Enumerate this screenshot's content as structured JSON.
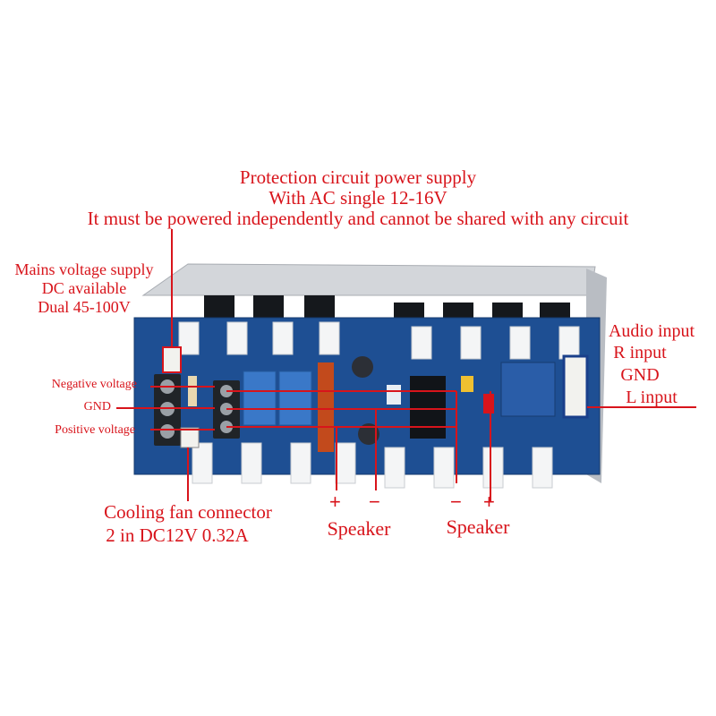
{
  "labels": {
    "protection": {
      "line1": "Protection circuit power supply",
      "line2": "With AC single 12-16V",
      "line3": "It must be powered independently and cannot be shared with any circuit"
    },
    "mains": {
      "line1": "Mains voltage supply",
      "line2": "DC available",
      "line3": "Dual 45-100V"
    },
    "terminals": {
      "negative": "Negative voltage",
      "gnd": "GND",
      "positive": "Positive voltage"
    },
    "audio": {
      "title": "Audio input",
      "r": "R input",
      "gnd": "GND",
      "l": "L input"
    },
    "fan": {
      "line1": "Cooling fan connector",
      "line2": "2 in DC12V 0.32A"
    },
    "speaker_left": {
      "plus": "+",
      "minus": "−",
      "label": "Speaker"
    },
    "speaker_right": {
      "minus": "−",
      "plus": "+",
      "label": "Speaker"
    }
  },
  "colors": {
    "annotation": "#d8141b",
    "pcb": "#1e4f93",
    "heatsink": "#c9ccd0",
    "transistor": "#111418"
  }
}
